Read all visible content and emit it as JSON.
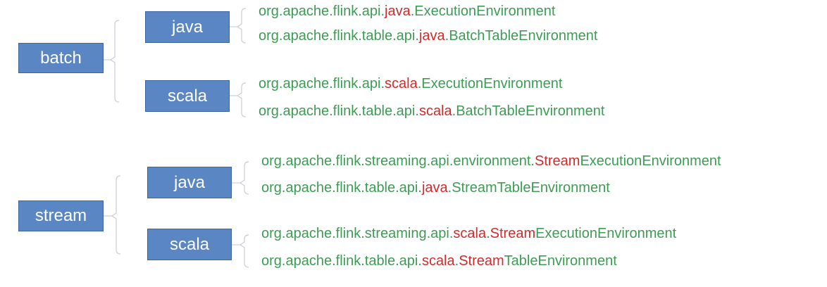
{
  "colors": {
    "box_fill": "#5b86c4",
    "box_text": "#ffffff",
    "text": "#3d9c54",
    "highlight": "#d42a2a",
    "bracket": "#c9ced6"
  },
  "groups": [
    {
      "label": "batch",
      "languages": [
        {
          "label": "java",
          "classes": [
            [
              {
                "t": "org.apache.flink.api."
              },
              {
                "t": "java",
                "h": true
              },
              {
                "t": ".ExecutionEnvironment"
              }
            ],
            [
              {
                "t": "org.apache.flink.table.api."
              },
              {
                "t": "java",
                "h": true
              },
              {
                "t": ".BatchTableEnvironment"
              }
            ]
          ]
        },
        {
          "label": "scala",
          "classes": [
            [
              {
                "t": "org.apache.flink.api."
              },
              {
                "t": "scala",
                "h": true
              },
              {
                "t": ".ExecutionEnvironment"
              }
            ],
            [
              {
                "t": "org.apache.flink.table.api."
              },
              {
                "t": "scala",
                "h": true
              },
              {
                "t": ".BatchTableEnvironment"
              }
            ]
          ]
        }
      ]
    },
    {
      "label": "stream",
      "languages": [
        {
          "label": "java",
          "classes": [
            [
              {
                "t": "org.apache.flink.streaming.api.environment."
              },
              {
                "t": "Stream",
                "h": true
              },
              {
                "t": "ExecutionEnvironment"
              }
            ],
            [
              {
                "t": "org.apache.flink.table.api."
              },
              {
                "t": "java",
                "h": true
              },
              {
                "t": ".StreamTableEnvironment"
              }
            ]
          ]
        },
        {
          "label": "scala",
          "classes": [
            [
              {
                "t": "org.apache.flink.streaming.api."
              },
              {
                "t": "scala",
                "h": true
              },
              {
                "t": "."
              },
              {
                "t": "Stream",
                "h": true
              },
              {
                "t": "ExecutionEnvironment"
              }
            ],
            [
              {
                "t": "org.apache.flink.table.api."
              },
              {
                "t": "scala",
                "h": true
              },
              {
                "t": "."
              },
              {
                "t": "Stream",
                "h": true
              },
              {
                "t": "TableEnvironment"
              }
            ]
          ]
        }
      ]
    }
  ]
}
